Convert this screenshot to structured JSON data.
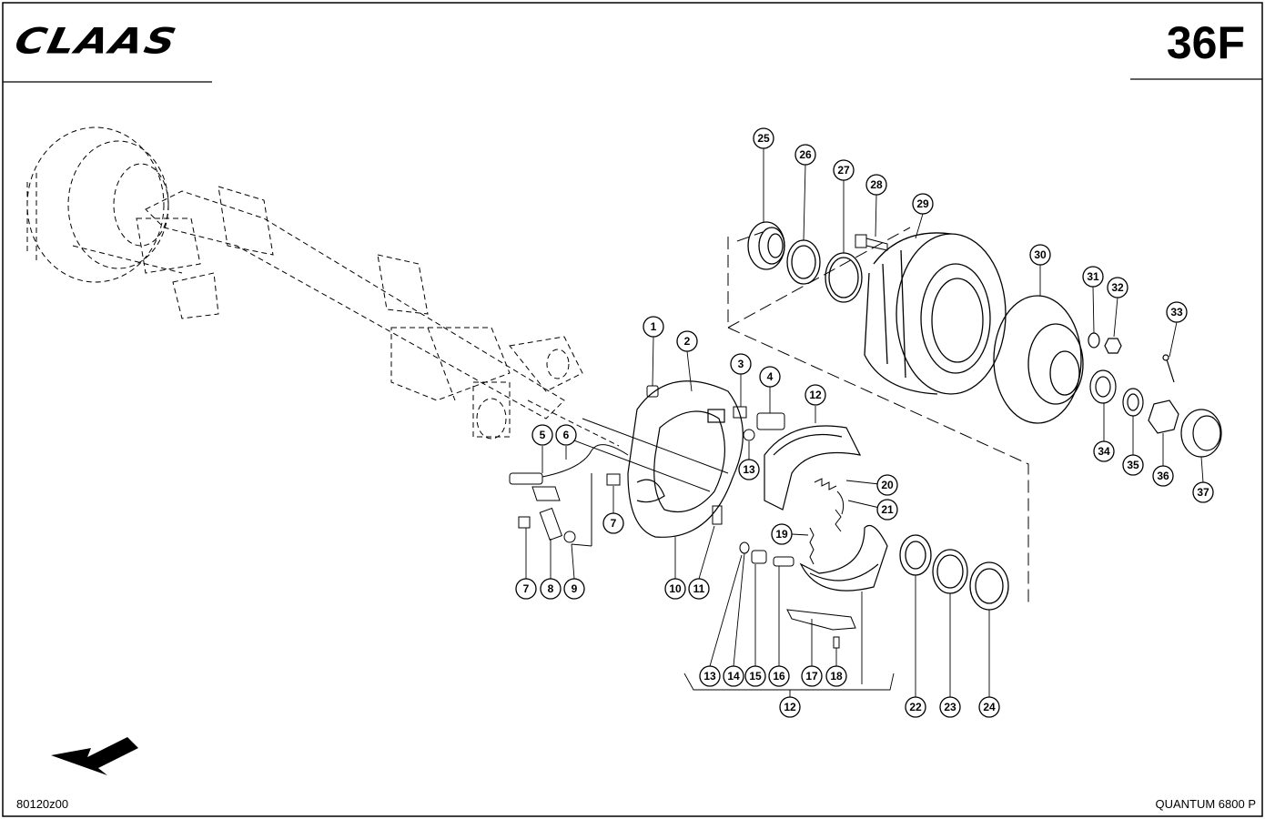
{
  "header": {
    "brand": "CLAAS",
    "page_code": "36F"
  },
  "footer": {
    "drawing_number": "80120z00",
    "model": "QUANTUM 6800 P"
  },
  "callouts": [
    "1",
    "2",
    "3",
    "4",
    "5",
    "6",
    "7",
    "8",
    "9",
    "10",
    "11",
    "12",
    "13",
    "14",
    "15",
    "16",
    "17",
    "18",
    "19",
    "20",
    "21",
    "22",
    "23",
    "24",
    "25",
    "26",
    "27",
    "28",
    "29",
    "30",
    "31",
    "32",
    "33",
    "34",
    "35",
    "36",
    "37"
  ]
}
